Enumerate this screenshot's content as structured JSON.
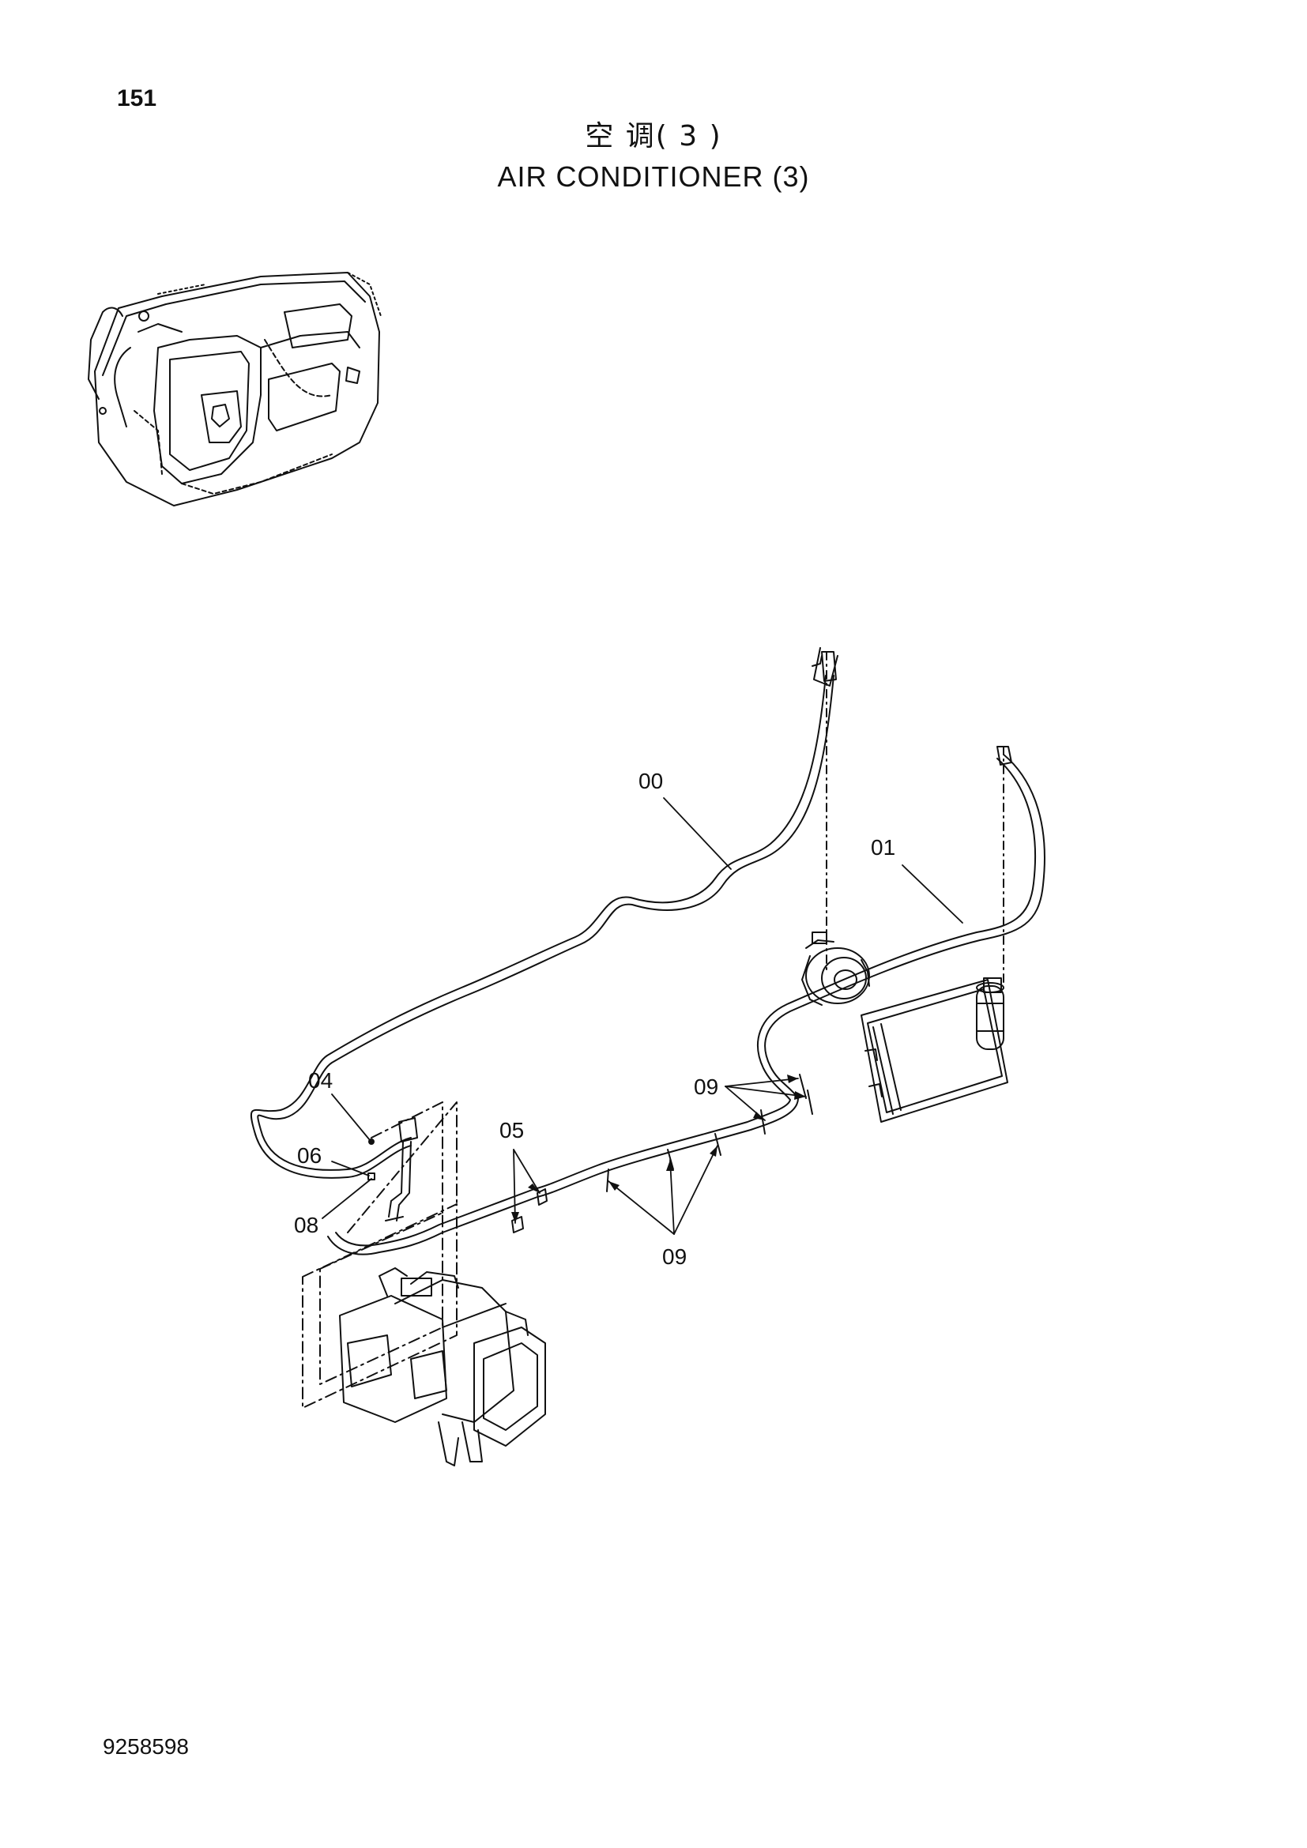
{
  "page": {
    "number": "151",
    "title_cn": "空 调( 3 )",
    "title_en": "AIR CONDITIONER (3)",
    "doc_number": "9258598"
  },
  "callouts": {
    "c00": "00",
    "c01": "01",
    "c04": "04",
    "c05": "05",
    "c06": "06",
    "c08": "08",
    "c09_top": "09",
    "c09_bottom": "09"
  },
  "colors": {
    "ink": "#111111",
    "paper": "#ffffff"
  }
}
